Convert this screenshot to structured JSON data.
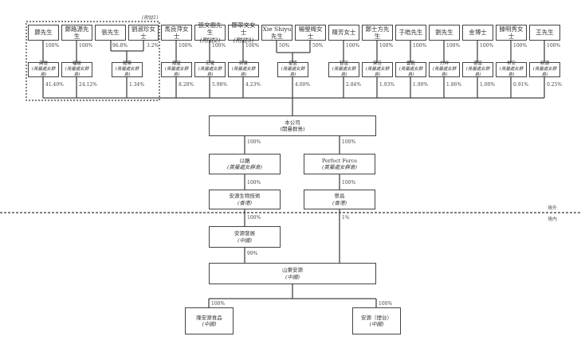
{
  "note_1": "(附註1)",
  "shareholders": [
    {
      "name": "鄭先生",
      "pct": "100%",
      "holdco": "高僧",
      "holdco_j": "(英屬處女群島)",
      "stake": "41.40%"
    },
    {
      "name": "鄭路源先生",
      "pct": "100%",
      "holdco": "福峻",
      "holdco_j": "(英屬處女群島)",
      "stake": "24.12%"
    },
    {
      "name": "張先生",
      "pct": "96.8%"
    },
    {
      "name": "劉淑珍女士",
      "pct": "3.2%",
      "holdco": "耀華",
      "holdco_j": "(英屬處女群島)",
      "stake": "1.34%"
    },
    {
      "name": "馬良萍女士",
      "pct": "100%",
      "holdco": "鳳星",
      "holdco_j": "(英屬處女群島)",
      "stake": "8.28%"
    },
    {
      "name": "張文樹先生",
      "sub": "(附註2)",
      "pct": "100%",
      "holdco": "宏耀",
      "holdco_j": "(英屬處女群島)",
      "stake": "5.98%"
    },
    {
      "name": "鄒翠文女士",
      "sub": "(附註3)",
      "pct": "100%",
      "holdco": "新豪",
      "holdco_j": "(英屬處女群島)",
      "stake": "4.23%"
    },
    {
      "name": "Xie Shiyu",
      "sub": "先生",
      "pct": "50%"
    },
    {
      "name": "楊瑩梅女士",
      "pct": "50%",
      "holdco": "星盛",
      "holdco_j": "(英屬處女群島)",
      "stake": "4.00%"
    },
    {
      "name": "陳芳女士",
      "pct": "100%",
      "holdco": "智富",
      "holdco_j": "(英屬處女群島)",
      "stake": "2.84%"
    },
    {
      "name": "鄭士方先生",
      "pct": "100%",
      "holdco": "榮佳",
      "holdco_j": "(英屬處女群島)",
      "stake": "1.93%"
    },
    {
      "name": "于皓先生",
      "pct": "100%",
      "holdco": "雲龍",
      "holdco_j": "(英屬處女群島)",
      "stake": "1.90%"
    },
    {
      "name": "劉先生",
      "pct": "100%",
      "holdco": "方祥",
      "holdco_j": "(英屬處女群島)",
      "stake": "1.86%"
    },
    {
      "name": "金博士",
      "pct": "100%",
      "holdco": "德富",
      "holdco_j": "(英屬處女群島)",
      "stake": "1.00%"
    },
    {
      "name": "滕明秀女士",
      "pct": "100%",
      "holdco": "世安",
      "holdco_j": "(英屬處女群島)",
      "stake": "0.91%"
    },
    {
      "name": "王先生",
      "pct": "100%",
      "holdco": "新潮",
      "holdco_j": "(英屬處女群島)",
      "stake": "0.25%"
    }
  ],
  "company": {
    "name": "本公司",
    "j": "(開曼群島)"
  },
  "yipeng": {
    "name": "以鵬",
    "j": "(英屬處女群島)",
    "pct_in": "100%"
  },
  "perfect_force": {
    "name": "Perfect Force",
    "j": "(英屬處女群島)",
    "pct_in": "100%"
  },
  "anyuan_bio": {
    "name": "安源生物技術",
    "j": "(香港)",
    "pct_in": "100%"
  },
  "yingchang": {
    "name": "譽昌",
    "j": "(香港)",
    "pct_in": "100%"
  },
  "anyuan_dev": {
    "name": "安源發展",
    "j": "(中國)",
    "pct_in": "100%"
  },
  "shandong": {
    "name": "山東安源",
    "j": "(中國)",
    "pct_in_left": "99%",
    "pct_in_right": "1%"
  },
  "longan": {
    "name": "隆安源食品",
    "j": "(中國)",
    "pct_in": "100%"
  },
  "anyuan_yantai": {
    "name": "安源（煙台）",
    "j": "(中國)",
    "pct_in": "100%"
  },
  "regions": {
    "offshore": "境外",
    "onshore": "境內"
  }
}
